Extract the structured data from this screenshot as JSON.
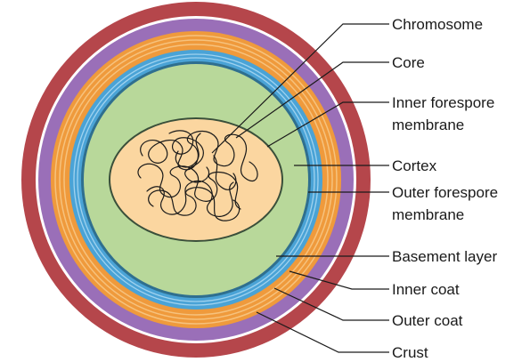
{
  "labels": {
    "chromosome": "Chromosome",
    "core": "Core",
    "inner_forespore_line1": "Inner forespore",
    "inner_forespore_line2": "membrane",
    "cortex": "Cortex",
    "outer_forespore_line1": "Outer forespore",
    "outer_forespore_line2": "membrane",
    "basement_layer": "Basement layer",
    "inner_coat": "Inner coat",
    "outer_coat": "Outer coat",
    "crust": "Crust"
  },
  "colors": {
    "crust": "#b5464b",
    "outer_coat": "#9a6fb8",
    "inner_coat": "#ef9a3c",
    "basement_layer": "#4aa3d6",
    "cortex": "#b8d89a",
    "core": "#fbd6a0",
    "line": "#1a1a1a"
  }
}
